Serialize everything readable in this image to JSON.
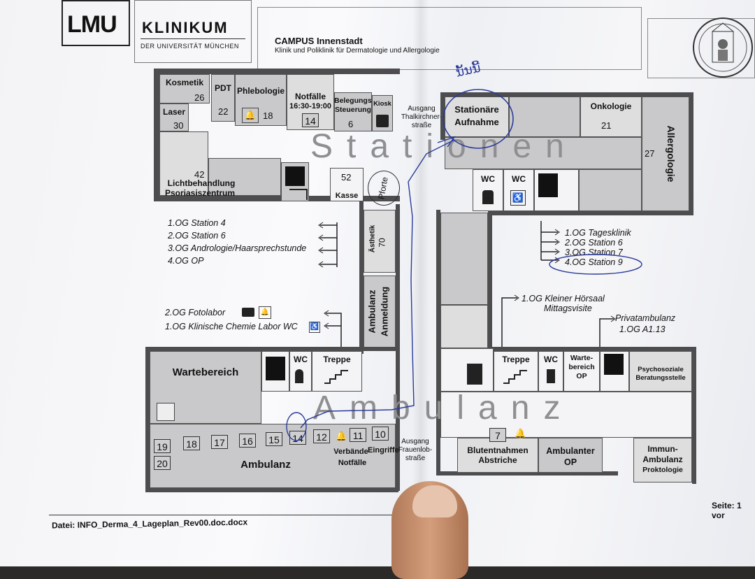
{
  "header": {
    "logo_lmu": "LMU",
    "logo_klinikum": "KLINIKUM",
    "logo_sub": "DER UNIVERSITÄT MÜNCHEN",
    "campus": "CAMPUS Innenstadt",
    "clinic": "Klinik und Poliklinik für Dermatologie und Allergologie"
  },
  "rooms_left_top": {
    "kosmetik": "Kosmetik",
    "kosmetik_num": "26",
    "pdt": "PDT",
    "pdt_num": "22",
    "phlebologie": "Phlebologie",
    "phlebologie_num": "18",
    "notfaelle": "Notfälle",
    "notfaelle_time": "16:30-19:00",
    "notfaelle_num": "14",
    "belegungs": "Belegungs-",
    "steuerung": "Steuerung",
    "belegungs_num": "6",
    "kiosk": "Kiosk",
    "laser": "Laser",
    "laser_num": "30",
    "licht_num": "42",
    "licht1": "Lichtbehandlung",
    "licht2": "Psoriasiszentrum",
    "kasse_num": "52",
    "kasse": "Kasse",
    "pforte": "Pforte",
    "aesthetik": "Ästhetik",
    "aesthetik_num": "70",
    "ambulanz_anmeldung_1": "Ambulanz",
    "ambulanz_anmeldung_2": "Anmeldung"
  },
  "legend_left": [
    "1.OG  Station 4",
    "2.OG  Station 6",
    "3.OG  Andrologie/Haarsprechstunde",
    "4.OG  OP"
  ],
  "legend_left_2": [
    "2.OG Fotolabor",
    "1.OG Klinische Chemie Labor WC"
  ],
  "rooms_left_bottom": {
    "wartebereich": "Wartebereich",
    "wc": "WC",
    "treppe": "Treppe",
    "ambulanz": "Ambulanz",
    "verbaende": "Verbände",
    "eingriffe": "Eingriffe",
    "notfaelle": "Notfälle",
    "numbers": [
      "19",
      "18",
      "17",
      "16",
      "15",
      "14",
      "12",
      "11",
      "10"
    ],
    "num_20": "20"
  },
  "ausgang_frauenlob": [
    "Ausgang",
    "Frauenlob-",
    "straße"
  ],
  "ausgang_thalkirchner": [
    "Ausgang",
    "Thalkirchner-",
    "straße"
  ],
  "rooms_right_top": {
    "stationaere": "Stationäre",
    "aufnahme": "Aufnahme",
    "onkologie": "Onkologie",
    "onkologie_num": "21",
    "allergologie": "Allergologie",
    "allergologie_num": "27",
    "wc1": "WC",
    "wc2": "WC"
  },
  "legend_right": [
    "1.OG  Tagesklinik",
    "2.OG  Station 6",
    "3.OG  Station 7",
    "4.OG  Station 9"
  ],
  "legend_right_2": [
    "1.OG Kleiner Hörsaal",
    "Mittagsvisite"
  ],
  "legend_right_3": [
    "Privatambulanz",
    "1.OG  A1.13"
  ],
  "rooms_right_bottom": {
    "treppe": "Treppe",
    "wc": "WC",
    "wartebereich_op_1": "Warte-",
    "wartebereich_op_2": "bereich",
    "wartebereich_op_3": "OP",
    "psycho1": "Psychosoziale",
    "psycho2": "Beratungsstelle",
    "num7": "7",
    "blut1": "Blutentnahmen",
    "blut2": "Abstriche",
    "amb_op_1": "Ambulanter",
    "amb_op_2": "OP",
    "immun1": "Immun-",
    "immun2": "Ambulanz",
    "immun3": "Proktologie"
  },
  "watermarks": {
    "stationen": "Stationen",
    "ambulanz": "Ambulanz"
  },
  "handwriting": "ນັ້ນນີ້",
  "footer": {
    "file": "Datei: INFO_Derma_4_Lageplan_Rev00.doc.docx",
    "page": "Seite: 1 vor"
  },
  "colors": {
    "room": "#c9c9cb",
    "wall": "#4d4d4f",
    "pen": "#2a3a9a"
  }
}
